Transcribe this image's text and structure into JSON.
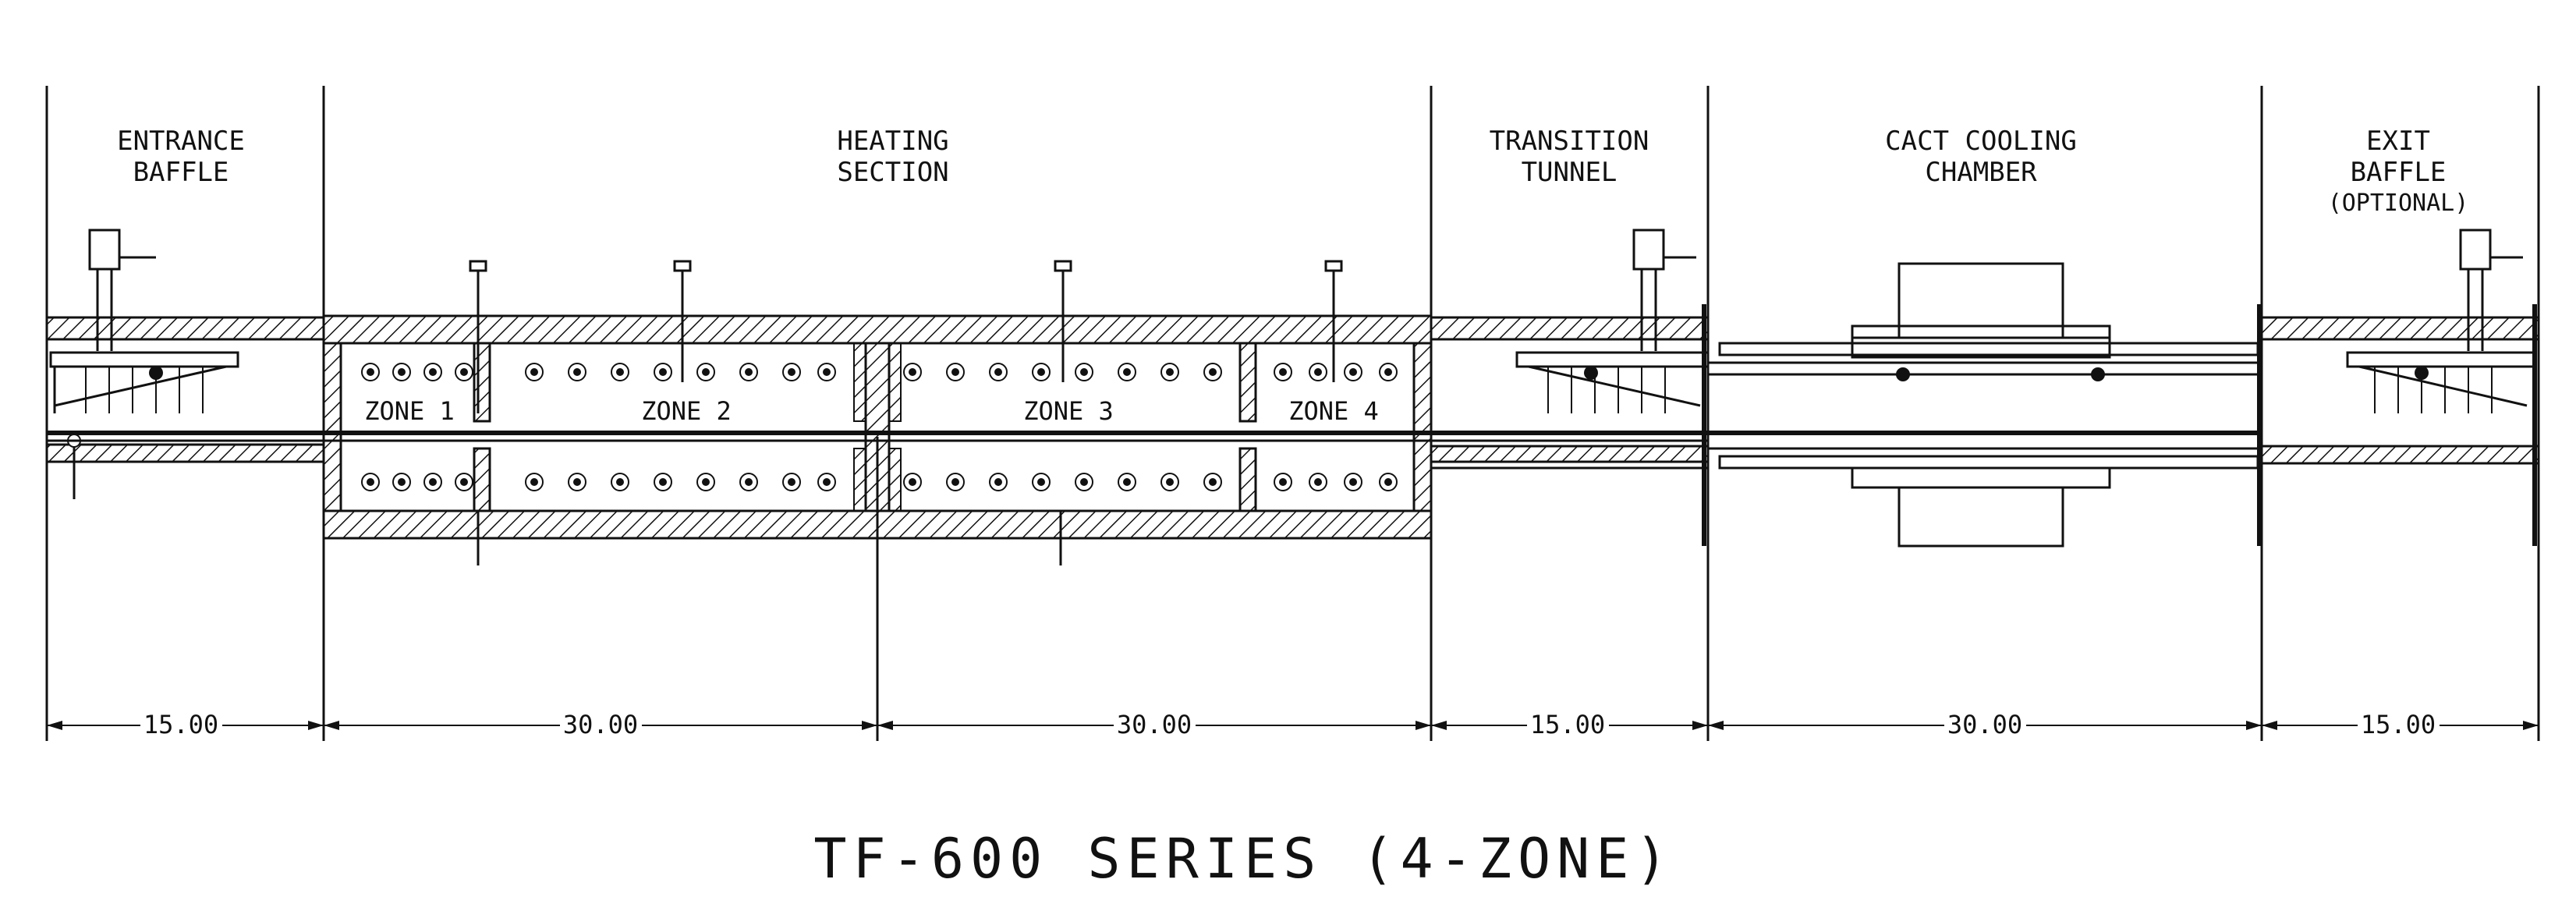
{
  "sections": [
    {
      "label_lines": [
        "ENTRANCE",
        "BAFFLE"
      ],
      "note": "",
      "dimension": "15.00"
    },
    {
      "label_lines": [
        "HEATING",
        "SECTION"
      ],
      "note": "",
      "dimension_parts": [
        "30.00",
        "30.00"
      ]
    },
    {
      "label_lines": [
        "TRANSITION",
        "TUNNEL"
      ],
      "note": "",
      "dimension": "15.00"
    },
    {
      "label_lines": [
        "CACT COOLING",
        "CHAMBER"
      ],
      "note": "",
      "dimension": "30.00"
    },
    {
      "label_lines": [
        "EXIT",
        "BAFFLE"
      ],
      "note": "(OPTIONAL)",
      "dimension": "15.00"
    }
  ],
  "zones": [
    "ZONE 1",
    "ZONE 2",
    "ZONE 3",
    "ZONE 4"
  ],
  "title": "TF-600 SERIES (4-ZONE)"
}
